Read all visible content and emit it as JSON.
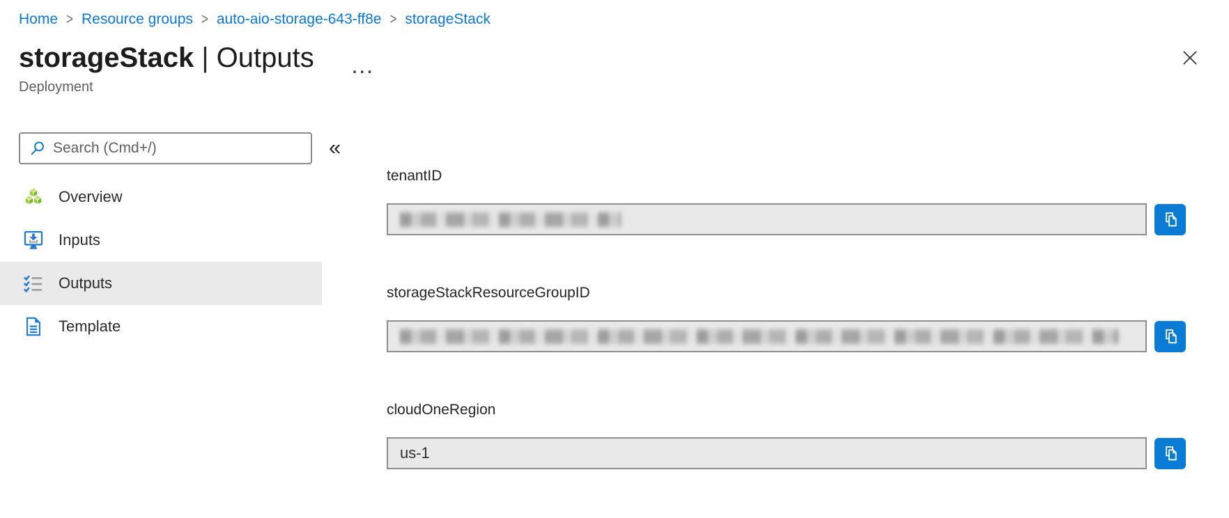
{
  "breadcrumb": {
    "separator": ">",
    "items": [
      "Home",
      "Resource groups",
      "auto-aio-storage-643-ff8e",
      "storageStack"
    ]
  },
  "header": {
    "title": "storageStack",
    "title_divider": "|",
    "section": "Outputs",
    "subtitle": "Deployment",
    "more_label": "…"
  },
  "sidebar": {
    "search_placeholder": "Search (Cmd+/)",
    "collapse_glyph": "«",
    "items": [
      {
        "label": "Overview",
        "icon": "resource-cubes-icon",
        "selected": false
      },
      {
        "label": "Inputs",
        "icon": "inputs-monitor-icon",
        "selected": false
      },
      {
        "label": "Outputs",
        "icon": "outputs-checklist-icon",
        "selected": true
      },
      {
        "label": "Template",
        "icon": "template-document-icon",
        "selected": false
      }
    ]
  },
  "outputs": {
    "fields": [
      {
        "label": "tenantID",
        "value": "",
        "redacted": true
      },
      {
        "label": "storageStackResourceGroupID",
        "value": "",
        "redacted": true
      },
      {
        "label": "cloudOneRegion",
        "value": "us-1",
        "redacted": false
      }
    ]
  },
  "colors": {
    "accent": "#0b7cd5",
    "link": "#0a77d6",
    "field_bg": "#e9e9e9",
    "field_border": "#8d8d8d",
    "selected_item_bg": "#eaeaea",
    "overview_green": "#8cc63e"
  }
}
